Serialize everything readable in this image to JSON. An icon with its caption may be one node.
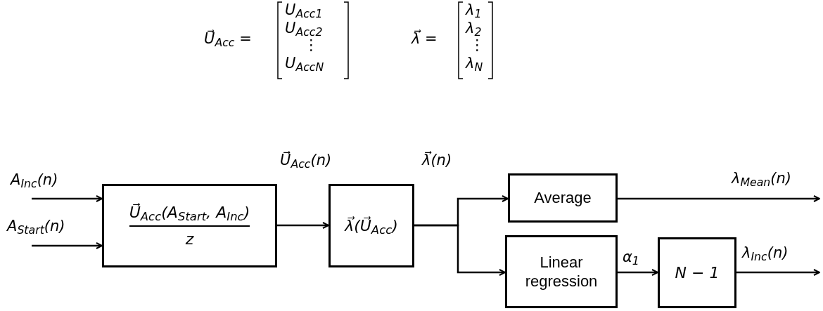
{
  "diagram": {
    "nodes": [
      {
        "text": [
          "U⃗$_{Acc}$(A$_{Start}$, A$_{Inc}$)",
          "z"
        ]
      },
      {
        "text": [
          "λ⃗(U⃗$_{Acc}$)"
        ]
      },
      {
        "text": [
          "Average"
        ]
      },
      {
        "text": [
          "Linear regression"
        ]
      },
      {
        "text": [
          "N − 1"
        ]
      }
    ],
    "edges": [
      {
        "from": null,
        "to": 0,
        "arrow": "to",
        "label": "A$_{Inc}$(n)"
      },
      {
        "from": null,
        "to": 0,
        "arrow": "to",
        "label": "A$_{Start}$(n)"
      },
      {
        "from": 0,
        "to": 1,
        "arrow": "to",
        "label": "U⃗$_{Acc}$(n)"
      },
      {
        "from": 1,
        "to": 2,
        "arrow": "to",
        "label": "λ⃗(n)"
      },
      {
        "from": 1,
        "to": 3,
        "arrow": "to"
      },
      {
        "from": 2,
        "to": null,
        "arrow": "to",
        "label": "λ$_{Mean}$(n)"
      },
      {
        "from": 3,
        "to": 4,
        "arrow": "to",
        "label": "α$_{1}$"
      },
      {
        "from": 4,
        "to": null,
        "arrow": "to",
        "label": "λ$_{Inc}$(n)"
      }
    ],
    "labels": [
      "U⃗$_{Acc}$ =",
      "U$_{Acc}$$_{1}$",
      "U$_{Acc}$$_{2}$",
      "⋮",
      "U$_{Acc}$$_{N}$",
      "λ⃗ =",
      "λ$_{1}$",
      "λ$_{2}$",
      "⋮",
      "λ$_{N}$"
    ]
  }
}
